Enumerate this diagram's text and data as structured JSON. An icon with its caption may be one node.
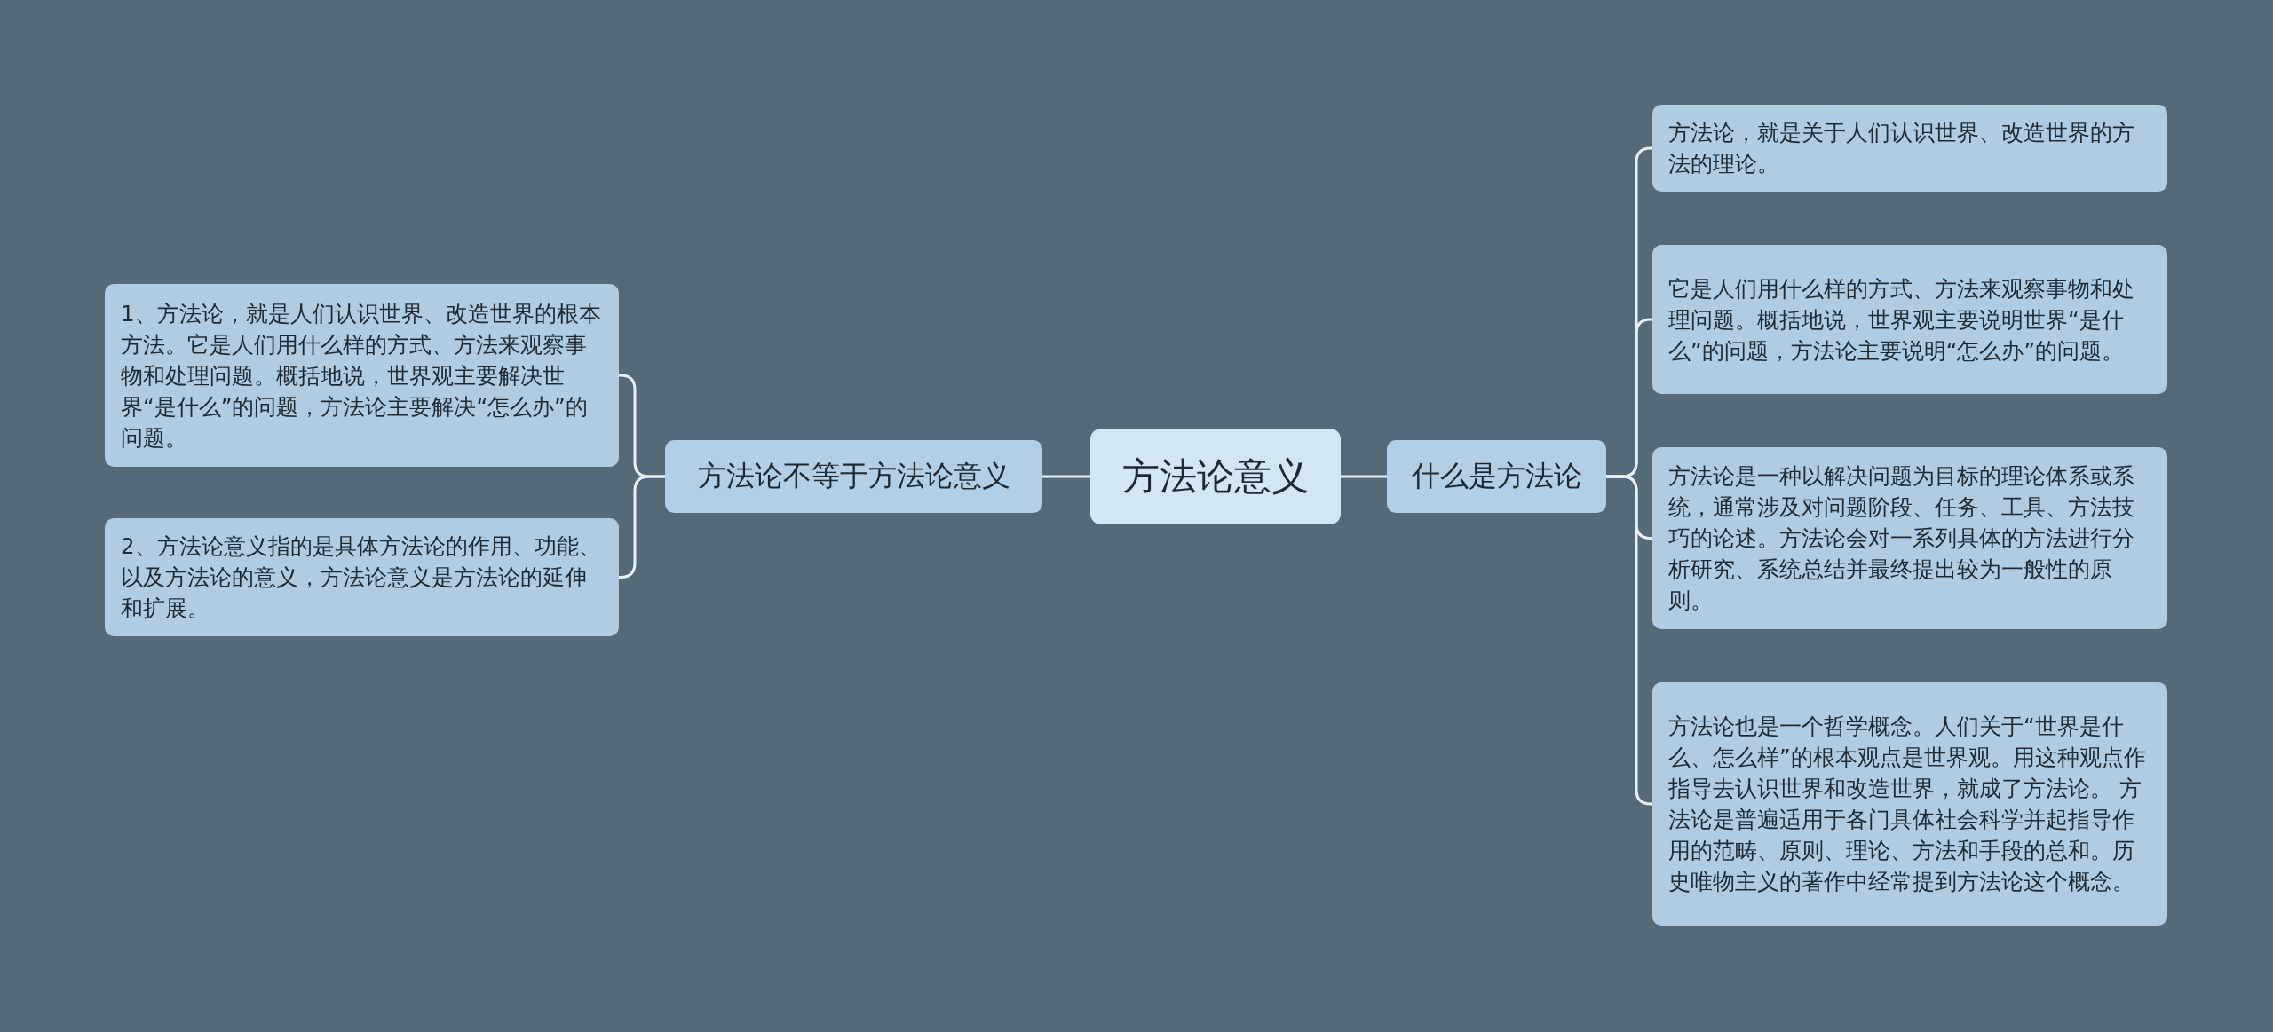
{
  "diagram": {
    "nodes": [
      {
        "text": [
          "方法论意义"
        ]
      },
      {
        "text": [
          "方法论不等于方法论意义"
        ]
      },
      {
        "text": [
          "1、方法论，就是人们认识世界、改造世界的根本方法。它是人们用什么样的方式、方法来观察事物和处理问题。概括地说，世界观主要解决世界“是什么”的问题，方法论主要解决“怎么办”的问题。"
        ]
      },
      {
        "text": [
          "2、方法论意义指的是具体方法论的作用、功能、以及方法论的意义，方法论意义是方法论的延伸和扩展。"
        ]
      },
      {
        "text": [
          "什么是方法论"
        ]
      },
      {
        "text": [
          "方法论，就是关于人们认识世界、改造世界的方法的理论。"
        ]
      },
      {
        "text": [
          "它是人们用什么样的方式、方法来观察事物和处理问题。概括地说，世界观主要说明世界“是什么”的问题，方法论主要说明“怎么办”的问题。"
        ]
      },
      {
        "text": [
          "方法论是一种以解决问题为目标的理论体系或系统，通常涉及对问题阶段、任务、工具、方法技巧的论述。方法论会对一系列具体的方法进行分析研究、系统总结并最终提出较为一般性的原则。"
        ]
      },
      {
        "text": [
          "方法论也是一个哲学概念。人们关于“世界是什么、怎么样”的根本观点是世界观。用这种观点作指导去认识世界和改造世界，就成了方法论。 方法论是普遍适用于各门具体社会科学并起指导作用的范畴、原则、理论、方法和手段的总和。历史唯物主义的著作中经常提到方法论这个概念。"
        ]
      }
    ],
    "edges": [
      {
        "from": 0,
        "to": 1,
        "arrow": "none"
      },
      {
        "from": 1,
        "to": 2,
        "arrow": "none"
      },
      {
        "from": 1,
        "to": 3,
        "arrow": "none"
      },
      {
        "from": 0,
        "to": 4,
        "arrow": "none"
      },
      {
        "from": 4,
        "to": 5,
        "arrow": "none"
      },
      {
        "from": 4,
        "to": 6,
        "arrow": "none"
      },
      {
        "from": 4,
        "to": 7,
        "arrow": "none"
      },
      {
        "from": 4,
        "to": 8,
        "arrow": "none"
      }
    ]
  }
}
